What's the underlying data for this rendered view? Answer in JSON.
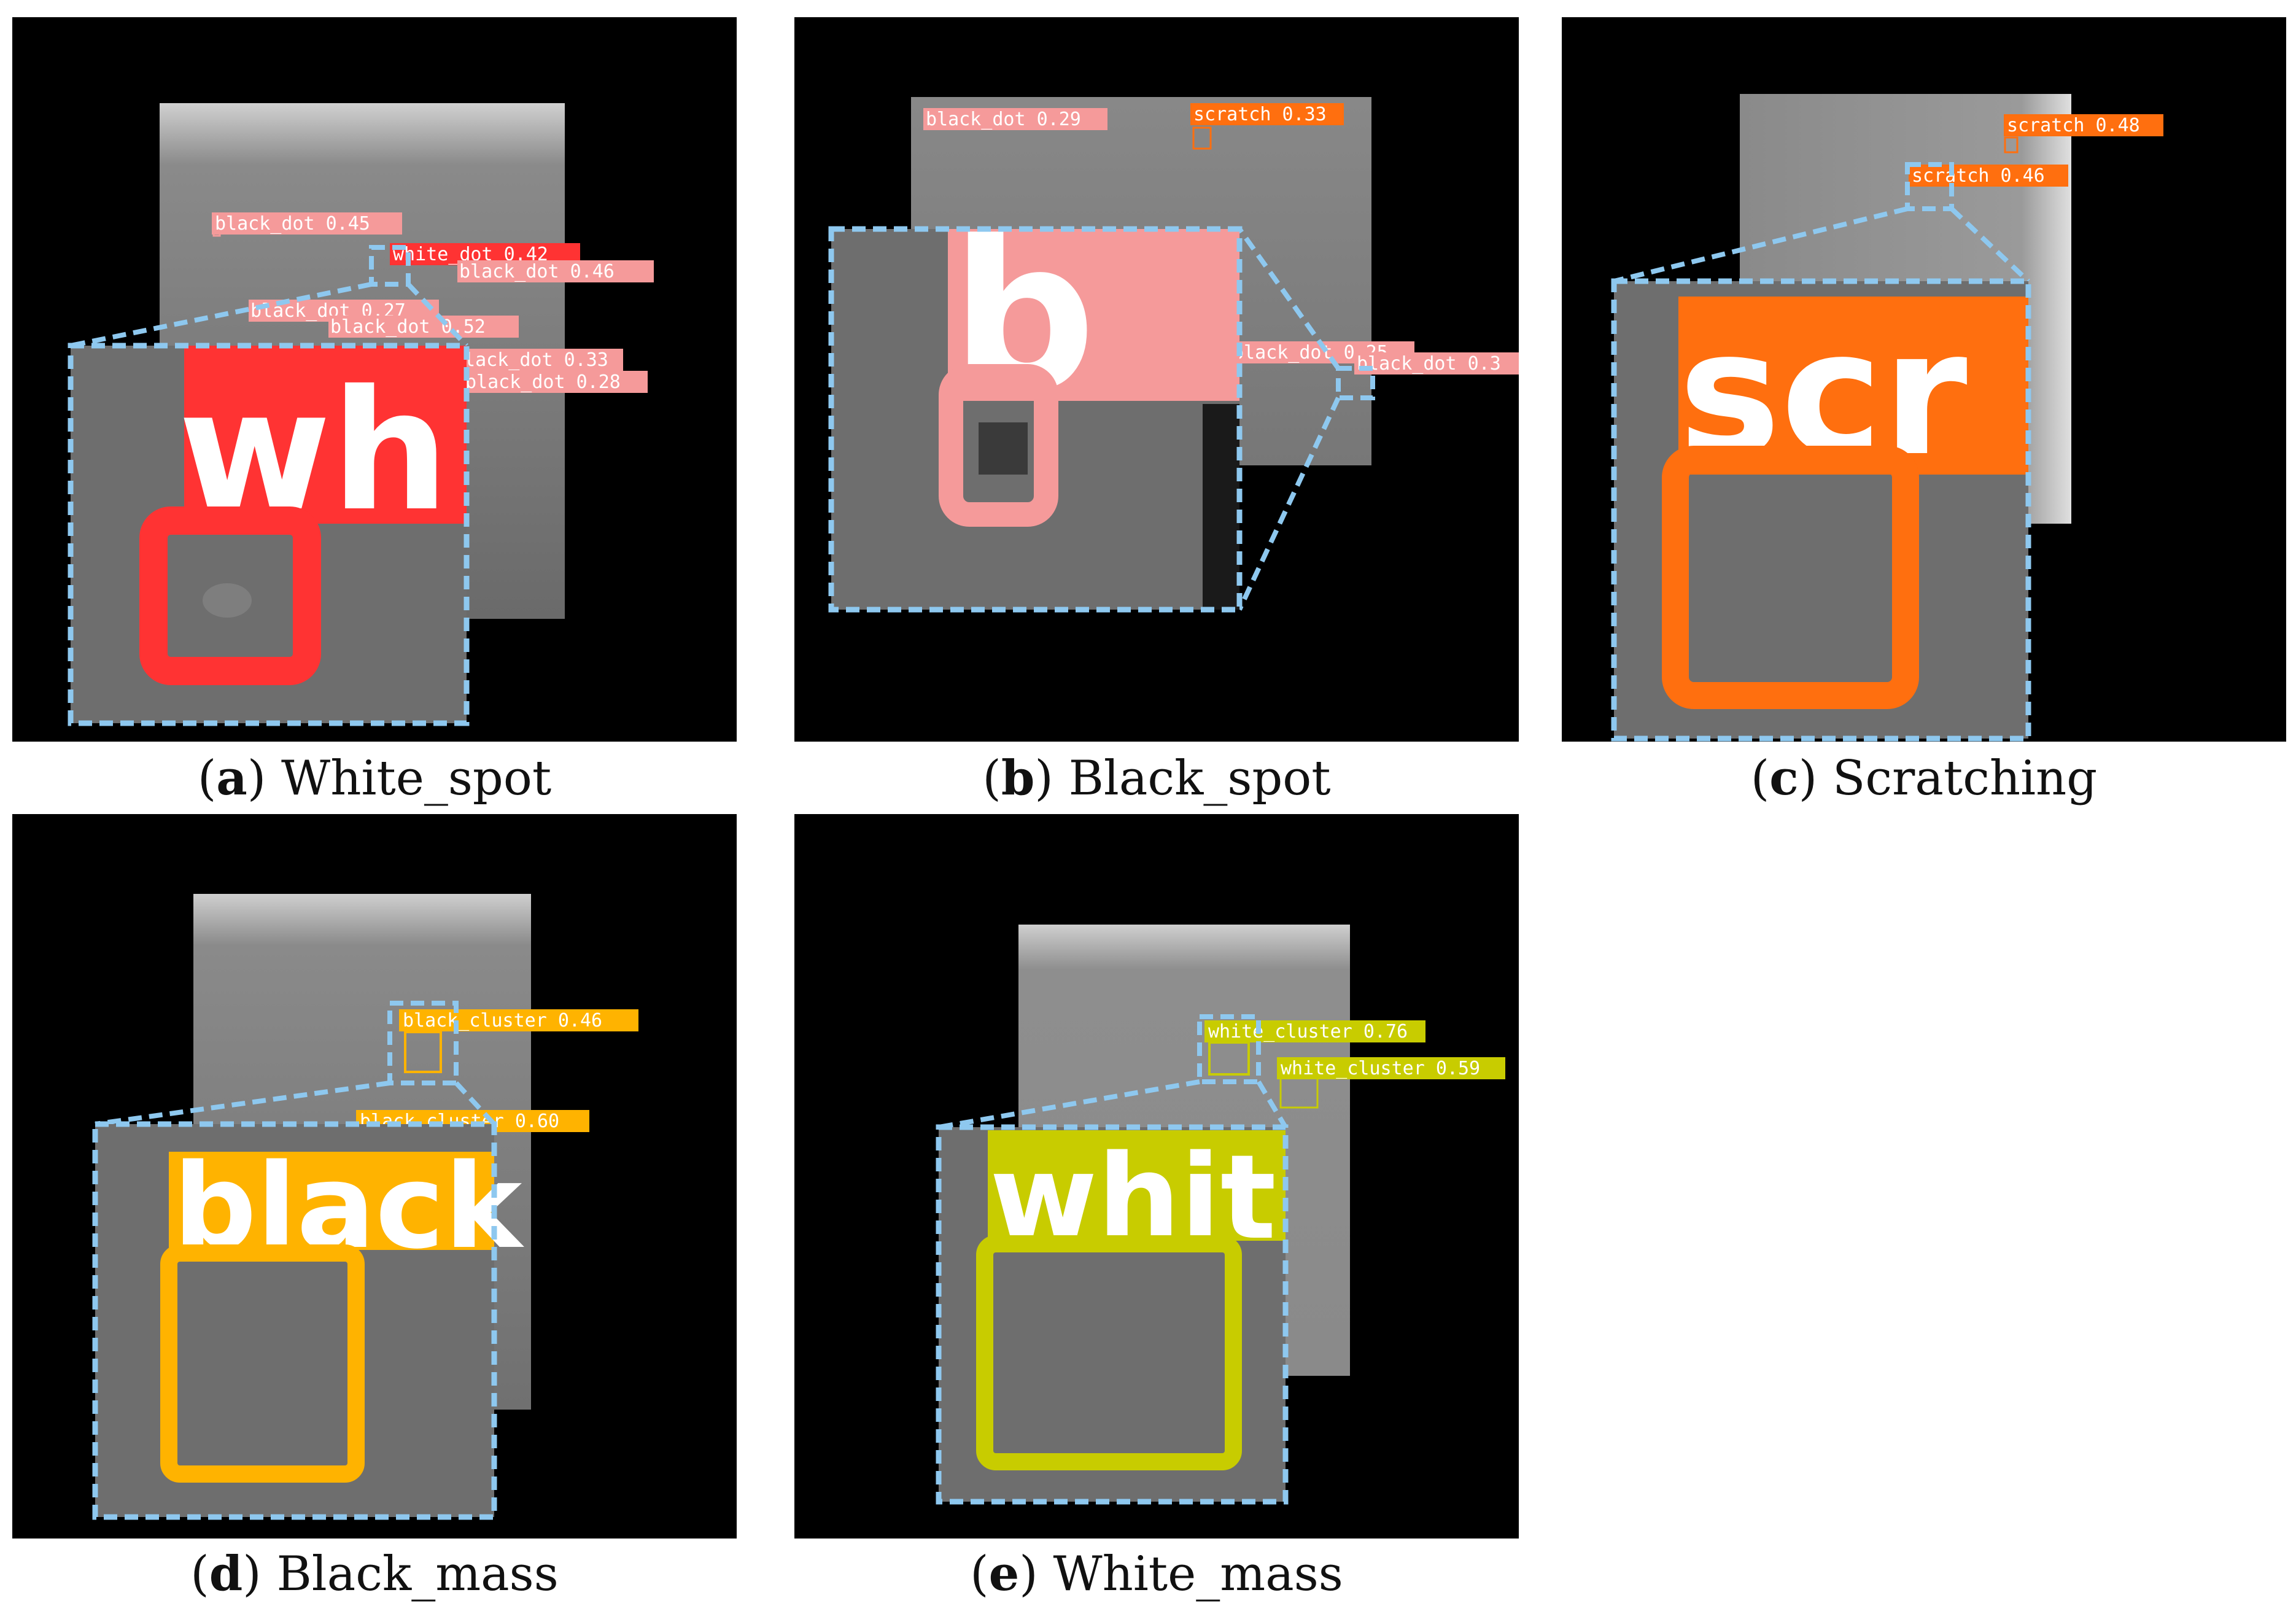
{
  "panels": [
    {
      "id": "a",
      "letter": "a",
      "caption": "White_spot",
      "detections": [
        {
          "text": "black_dot 0.45",
          "color": "#f59a9a"
        },
        {
          "text": "white_dot 0.42",
          "color": "#ff3333"
        },
        {
          "text": "black_dot 0.46",
          "color": "#f59a9a"
        },
        {
          "text": "black_dot 0.27",
          "color": "#f59a9a"
        },
        {
          "text": "black_dot 0.52",
          "color": "#f59a9a"
        },
        {
          "text": "black_dot 0.33",
          "color": "#f59a9a"
        },
        {
          "text": "black_dot 0.28",
          "color": "#f59a9a"
        }
      ],
      "zoom_text": "wh",
      "zoom_color": "#ff3333"
    },
    {
      "id": "b",
      "letter": "b",
      "caption": "Black_spot",
      "detections": [
        {
          "text": "black_dot 0.29",
          "color": "#f59a9a"
        },
        {
          "text": "scratch 0.33",
          "color": "#ff6f0f"
        },
        {
          "text": "black_dot 0.25",
          "color": "#f59a9a"
        },
        {
          "text": "black_dot 0.3",
          "color": "#f59a9a"
        }
      ],
      "zoom_text": "b",
      "zoom_color": "#f59a9a"
    },
    {
      "id": "c",
      "letter": "c",
      "caption": "Scratching",
      "detections": [
        {
          "text": "scratch 0.48",
          "color": "#ff6f0f"
        },
        {
          "text": "scratch 0.46",
          "color": "#ff6f0f"
        }
      ],
      "zoom_text": "scr",
      "zoom_color": "#ff6f0f"
    },
    {
      "id": "d",
      "letter": "d",
      "caption": "Black_mass",
      "detections": [
        {
          "text": "black_cluster 0.46",
          "color": "#ffb300"
        },
        {
          "text": "black_cluster 0.60",
          "color": "#ffb300"
        }
      ],
      "zoom_text": "black",
      "zoom_color": "#ffb300"
    },
    {
      "id": "e",
      "letter": "e",
      "caption": "White_mass",
      "detections": [
        {
          "text": "white_cluster 0.76",
          "color": "#c8cc00"
        },
        {
          "text": "white_cluster 0.59",
          "color": "#c8cc00"
        }
      ],
      "zoom_text": "whit",
      "zoom_color": "#c8cc00"
    }
  ],
  "colors": {
    "zoom_outline": "#8ec8ef",
    "zoom_bg": "#6e6e6e",
    "image_bg": "#000000"
  }
}
